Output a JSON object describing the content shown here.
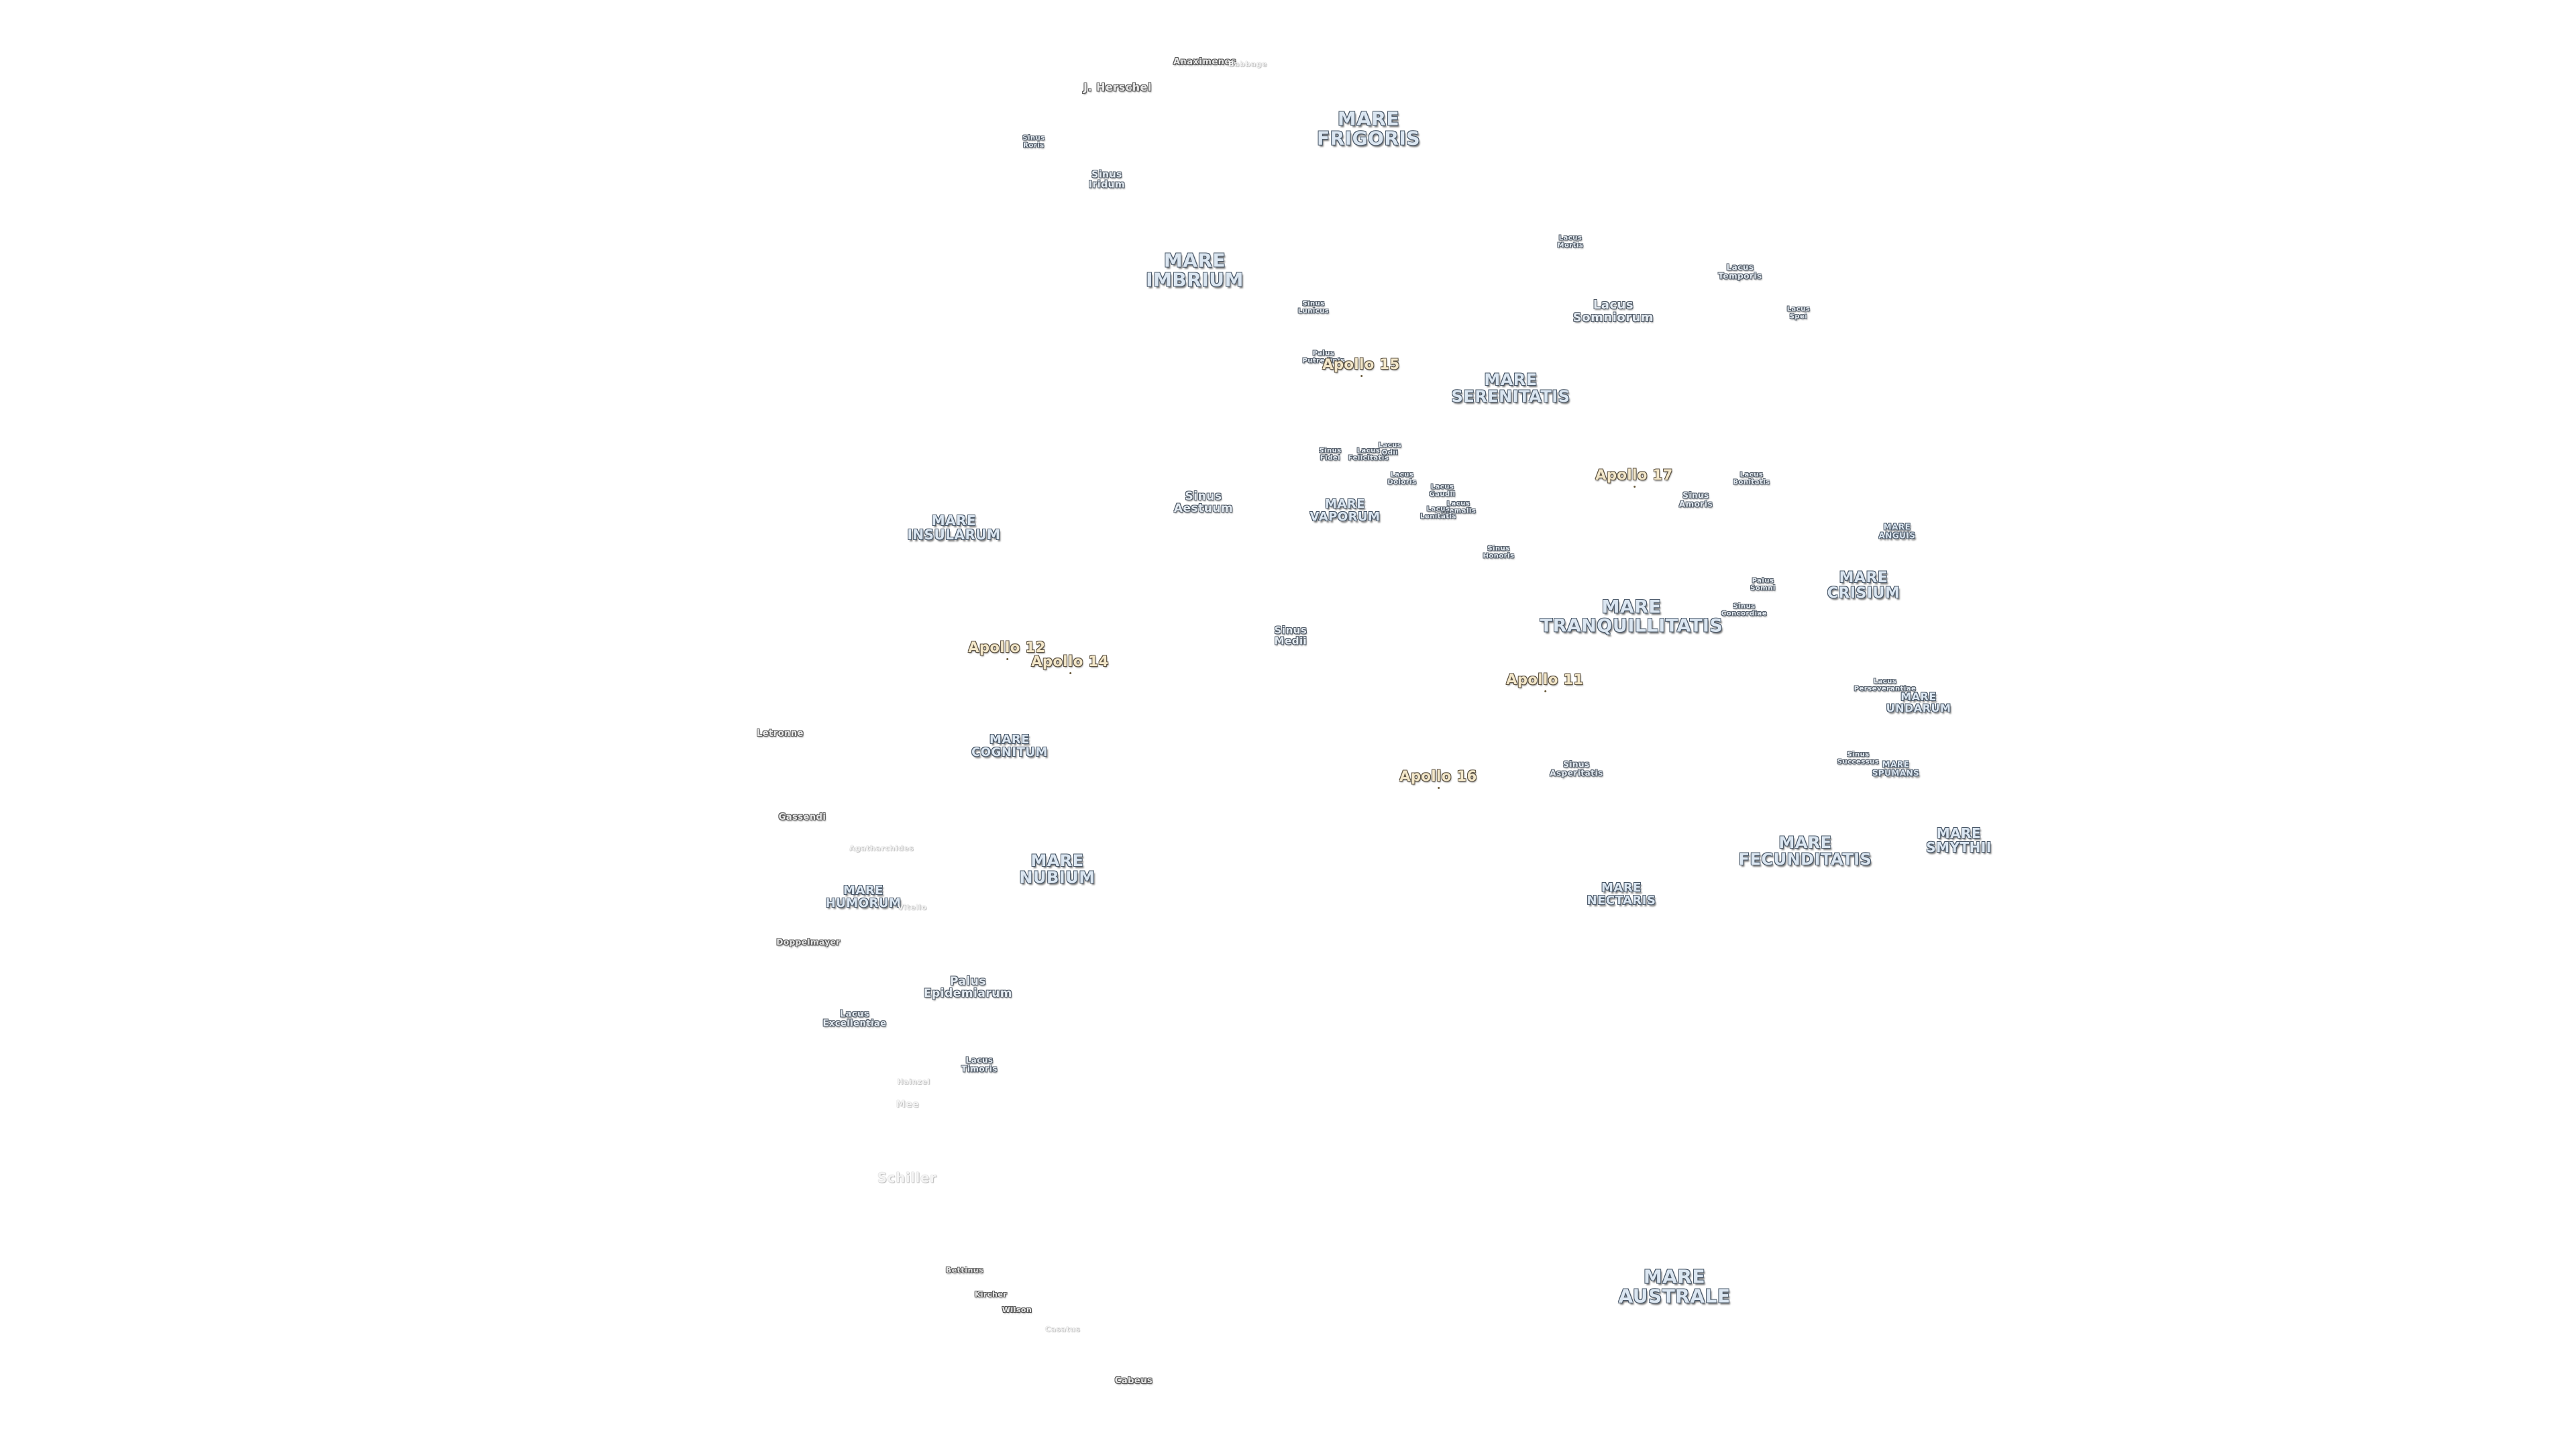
{
  "mare": [
    {
      "id": "mare-frigoris",
      "name": "MARE\nFRIGORIS",
      "size": "lg"
    },
    {
      "id": "mare-imbrium",
      "name": "MARE\nIMBRIUM",
      "size": "lg"
    },
    {
      "id": "mare-serenitatis",
      "name": "MARE\nSERENITATIS",
      "size": "lg"
    },
    {
      "id": "mare-insularum",
      "name": "MARE\nINSULARUM",
      "size": "lg"
    },
    {
      "id": "mare-vaporum",
      "name": "MARE\nVAPORUM",
      "size": "sm"
    },
    {
      "id": "mare-tranquillitatis",
      "name": "MARE\nTRANQUILLITATIS",
      "size": "lg"
    },
    {
      "id": "mare-crisium",
      "name": "MARE\nCRISIUM",
      "size": "lg"
    },
    {
      "id": "mare-anguis",
      "name": "MARE\nANGUIS",
      "size": "xs"
    },
    {
      "id": "mare-undarum",
      "name": "MARE\nUNDARUM",
      "size": "sm"
    },
    {
      "id": "mare-spumans",
      "name": "MARE\nSPUMANS",
      "size": "xs"
    },
    {
      "id": "mare-cognitum",
      "name": "MARE\nCOGNITUM",
      "size": "sm"
    },
    {
      "id": "mare-nubium",
      "name": "MARE\nNUBIUM",
      "size": "lg"
    },
    {
      "id": "mare-humorum",
      "name": "MARE\nHUMORUM",
      "size": "sm"
    },
    {
      "id": "mare-nectaris",
      "name": "MARE\nNECTARIS",
      "size": "sm"
    },
    {
      "id": "mare-fecunditatis",
      "name": "MARE\nFECUNDITATIS",
      "size": "lg"
    },
    {
      "id": "mare-smythii",
      "name": "MARE\nSMYTHII",
      "size": "lg"
    },
    {
      "id": "mare-australe",
      "name": "MARE\nAUSTRALE",
      "size": "lg"
    }
  ],
  "minor_features": [
    {
      "id": "sinus-roris",
      "name": "Sinus\nRoris",
      "size": "xs"
    },
    {
      "id": "sinus-iridum",
      "name": "Sinus\nIridum",
      "size": "md"
    },
    {
      "id": "sinus-lunicus",
      "name": "Sinus\nLunicus",
      "size": "xs"
    },
    {
      "id": "palus-putredinis",
      "name": "Palus\nPutredinis",
      "size": "xs"
    },
    {
      "id": "lacus-mortis",
      "name": "Lacus\nMortis",
      "size": "xs"
    },
    {
      "id": "lacus-temporis",
      "name": "Lacus\nTemporis",
      "size": "xs"
    },
    {
      "id": "lacus-somniorum",
      "name": "Lacus\nSomniorum",
      "size": "md"
    },
    {
      "id": "lacus-spei",
      "name": "Lacus\nSpei",
      "size": "xs"
    },
    {
      "id": "sinus-fidei",
      "name": "Sinus\nFidei",
      "size": "xs"
    },
    {
      "id": "lacus-felicitatis",
      "name": "Lacus\nFelicitatis",
      "size": "xs"
    },
    {
      "id": "lacus-odii",
      "name": "Lacus\nOdii",
      "size": "xs"
    },
    {
      "id": "lacus-doloris",
      "name": "Lacus\nDoloris",
      "size": "xs"
    },
    {
      "id": "lacus-gaudii",
      "name": "Lacus\nGaudii",
      "size": "xs"
    },
    {
      "id": "lacus-hiemalis",
      "name": "Lacus\nHiemalis",
      "size": "xs"
    },
    {
      "id": "lacus-lenitatis",
      "name": "Lacus\nLenitatis",
      "size": "xs"
    },
    {
      "id": "sinus-aestuum",
      "name": "Sinus\nAestuum",
      "size": "md"
    },
    {
      "id": "sinus-amoris",
      "name": "Sinus\nAmoris",
      "size": "xs"
    },
    {
      "id": "lacus-bonitatis",
      "name": "Lacus\nBonitatis",
      "size": "xs"
    },
    {
      "id": "sinus-honoris",
      "name": "Sinus\nHonoris",
      "size": "xs"
    },
    {
      "id": "palus-somni",
      "name": "Palus\nSomni",
      "size": "xs"
    },
    {
      "id": "sinus-concordiae",
      "name": "Sinus\nConcordiae",
      "size": "xs"
    },
    {
      "id": "sinus-medii",
      "name": "Sinus\nMedii",
      "size": "md"
    },
    {
      "id": "lacus-perseverantiae",
      "name": "Lacus\nPerseverantiae",
      "size": "xs"
    },
    {
      "id": "sinus-asperitatis",
      "name": "Sinus\nAsperitatis",
      "size": "xs"
    },
    {
      "id": "sinus-successus",
      "name": "Sinus\nSuccessus",
      "size": "xs"
    },
    {
      "id": "palus-epidemiarum",
      "name": "Palus\nEpidemiarum",
      "size": "md"
    },
    {
      "id": "lacus-excellentiae",
      "name": "Lacus\nExcellentiae",
      "size": "xs"
    },
    {
      "id": "lacus-timoris",
      "name": "Lacus\nTimoris",
      "size": "xs"
    }
  ],
  "craters": [
    {
      "id": "anaximenes",
      "name": "Anaximenes",
      "size": "xs",
      "faint": false
    },
    {
      "id": "anaximenes-faint",
      "name": "Babbage",
      "size": "xs",
      "faint": true
    },
    {
      "id": "j-herschel",
      "name": "J. Herschel",
      "size": "md",
      "faint": false
    },
    {
      "id": "letronne",
      "name": "Letronne",
      "size": "xs",
      "faint": false
    },
    {
      "id": "gassendi",
      "name": "Gassendi",
      "size": "xs",
      "faint": false
    },
    {
      "id": "agatharchides",
      "name": "Agatharchides",
      "size": "xs",
      "faint": true
    },
    {
      "id": "vitello-faint",
      "name": "Vitello",
      "size": "xs",
      "faint": true
    },
    {
      "id": "doppelmayer",
      "name": "Doppelmayer",
      "size": "xs",
      "faint": false
    },
    {
      "id": "hainzel",
      "name": "Hainzel",
      "size": "xs",
      "faint": true
    },
    {
      "id": "mee",
      "name": "Mee",
      "size": "md",
      "faint": true
    },
    {
      "id": "schiller",
      "name": "Schiller",
      "size": "lg",
      "faint": true
    },
    {
      "id": "bettinus",
      "name": "Bettinus",
      "size": "xs",
      "faint": false
    },
    {
      "id": "kircher",
      "name": "Kircher",
      "size": "xs",
      "faint": false
    },
    {
      "id": "wilson",
      "name": "Wilson",
      "size": "xs",
      "faint": false
    },
    {
      "id": "casatus",
      "name": "Casatus",
      "size": "xs",
      "faint": true
    },
    {
      "id": "cabeus",
      "name": "Cabeus",
      "size": "xs",
      "faint": false
    }
  ],
  "apollo_sites": [
    {
      "id": "apollo-15",
      "name": "Apollo 15"
    },
    {
      "id": "apollo-17",
      "name": "Apollo 17"
    },
    {
      "id": "apollo-12",
      "name": "Apollo 12"
    },
    {
      "id": "apollo-14",
      "name": "Apollo 14"
    },
    {
      "id": "apollo-11",
      "name": "Apollo 11"
    },
    {
      "id": "apollo-16",
      "name": "Apollo 16"
    }
  ]
}
